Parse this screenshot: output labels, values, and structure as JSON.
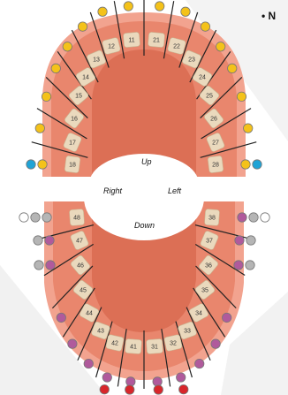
{
  "header_text": "• N",
  "labels": {
    "up": "Up",
    "down": "Down",
    "right": "Right",
    "left": "Left"
  },
  "colors": {
    "yellow": "#f4c21a",
    "blue": "#1fa3d6",
    "gray": "#b5b5b5",
    "white": "#ffffff",
    "purple": "#b05a9c",
    "red": "#d8262b",
    "gum": "#e9866d",
    "palate": "#dc6f55",
    "tooth": "#ead9bd"
  },
  "upper_teeth": [
    {
      "number": "18",
      "dots": [
        "yellow",
        "blue"
      ]
    },
    {
      "number": "17",
      "dots": [
        "yellow"
      ]
    },
    {
      "number": "16",
      "dots": [
        "yellow"
      ]
    },
    {
      "number": "15",
      "dots": [
        "yellow"
      ]
    },
    {
      "number": "14",
      "dots": [
        "yellow"
      ]
    },
    {
      "number": "13",
      "dots": [
        "yellow"
      ]
    },
    {
      "number": "12",
      "dots": [
        "yellow"
      ]
    },
    {
      "number": "11",
      "dots": [
        "yellow"
      ]
    },
    {
      "number": "21",
      "dots": [
        "yellow"
      ]
    },
    {
      "number": "22",
      "dots": [
        "yellow"
      ]
    },
    {
      "number": "23",
      "dots": [
        "yellow"
      ]
    },
    {
      "number": "24",
      "dots": [
        "yellow"
      ]
    },
    {
      "number": "25",
      "dots": [
        "yellow"
      ]
    },
    {
      "number": "26",
      "dots": [
        "yellow"
      ]
    },
    {
      "number": "27",
      "dots": [
        "yellow"
      ]
    },
    {
      "number": "28",
      "dots": [
        "yellow",
        "blue"
      ]
    }
  ],
  "lower_teeth": [
    {
      "number": "48",
      "dots": [
        "gray",
        "gray",
        "white"
      ]
    },
    {
      "number": "47",
      "dots": [
        "purple",
        "gray"
      ]
    },
    {
      "number": "46",
      "dots": [
        "purple",
        "gray"
      ]
    },
    {
      "number": "45",
      "dots": [
        "purple"
      ]
    },
    {
      "number": "44",
      "dots": [
        "purple"
      ]
    },
    {
      "number": "43",
      "dots": [
        "purple"
      ]
    },
    {
      "number": "42",
      "dots": [
        "purple",
        "red"
      ]
    },
    {
      "number": "41",
      "dots": [
        "purple",
        "red"
      ]
    },
    {
      "number": "31",
      "dots": [
        "purple",
        "red"
      ]
    },
    {
      "number": "32",
      "dots": [
        "purple",
        "red"
      ]
    },
    {
      "number": "33",
      "dots": [
        "purple"
      ]
    },
    {
      "number": "34",
      "dots": [
        "purple"
      ]
    },
    {
      "number": "35",
      "dots": [
        "purple"
      ]
    },
    {
      "number": "36",
      "dots": [
        "purple",
        "gray"
      ]
    },
    {
      "number": "37",
      "dots": [
        "purple",
        "gray"
      ]
    },
    {
      "number": "38",
      "dots": [
        "purple",
        "gray",
        "white"
      ]
    }
  ]
}
